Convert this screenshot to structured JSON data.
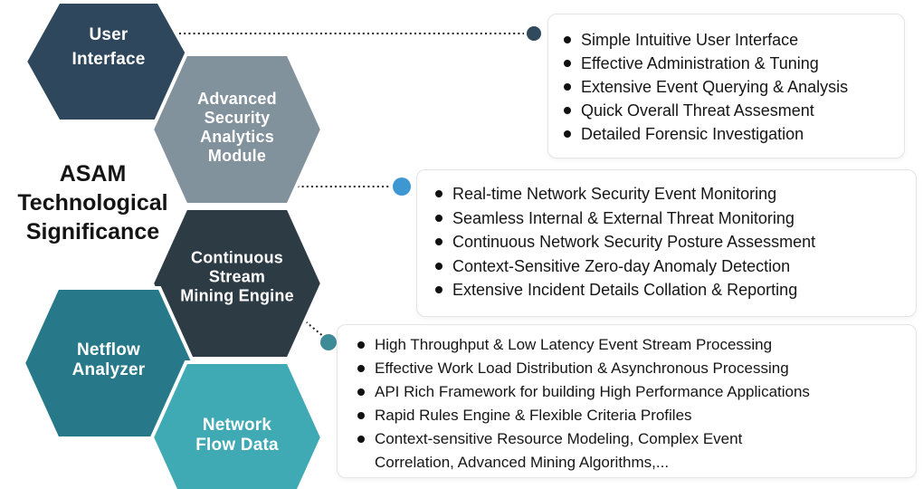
{
  "title": {
    "lines": [
      "ASAM",
      "Technological",
      "Significance"
    ]
  },
  "hexagons": [
    {
      "name": "user-interface",
      "lines": [
        "User",
        "Interface"
      ],
      "color": "#2f475c"
    },
    {
      "name": "advanced-security-analytics-module",
      "lines": [
        "Advanced",
        "Security",
        "Analytics",
        "Module"
      ],
      "color": "#81929d"
    },
    {
      "name": "continuous-stream-mining-engine",
      "lines": [
        "Continuous",
        "Stream",
        "Mining Engine"
      ],
      "color": "#2d3b44"
    },
    {
      "name": "netflow-analyzer",
      "lines": [
        "Netflow",
        "Analyzer"
      ],
      "color": "#27798a"
    },
    {
      "name": "network-flow-data",
      "lines": [
        "Network",
        "Flow Data"
      ],
      "color": "#3fa9b4"
    }
  ],
  "connectors": [
    {
      "name": "user-interface-to-callout",
      "dot_color": "#30495c",
      "line_color": "#1f1f1f"
    },
    {
      "name": "analytics-module-to-callout",
      "dot_color": "#3d97d3",
      "line_color": "#1f1f1f"
    },
    {
      "name": "mining-engine-to-callout",
      "dot_color": "#3e8b98",
      "line_color": "#1f1f1f"
    }
  ],
  "callouts": [
    {
      "items": [
        "Simple Intuitive User Interface",
        "Effective Administration & Tuning",
        "Extensive Event Querying & Analysis",
        "Quick Overall Threat Assesment",
        "Detailed Forensic Investigation"
      ]
    },
    {
      "items": [
        "Real-time Network Security Event Monitoring",
        "Seamless Internal & External Threat Monitoring",
        "Continuous Network Security Posture Assessment",
        "Context-Sensitive Zero-day Anomaly Detection",
        "Extensive Incident Details Collation & Reporting"
      ]
    },
    {
      "items": [
        "High Throughput & Low Latency Event Stream Processing",
        "Effective Work Load Distribution & Asynchronous Processing",
        "API Rich Framework for building High Performance Applications",
        "Rapid Rules Engine & Flexible Criteria Profiles",
        "Context-sensitive Resource Modeling, Complex Event\nCorrelation, Advanced Mining Algorithms,..."
      ]
    }
  ]
}
